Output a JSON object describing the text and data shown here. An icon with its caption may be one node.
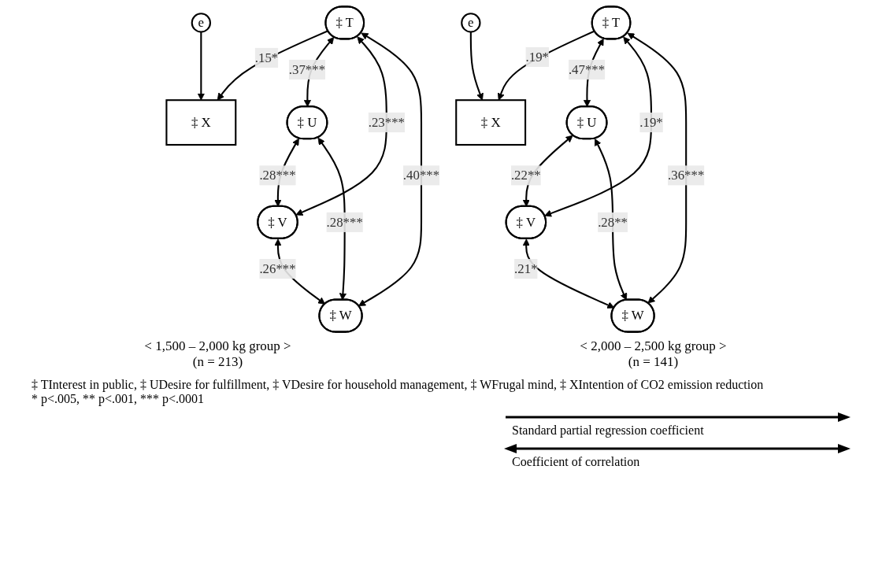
{
  "diagram": {
    "nodes": [
      {
        "text": [
          "‡ T"
        ]
      },
      {
        "text": [
          "‡ X"
        ]
      },
      {
        "text": [
          "e"
        ]
      },
      {
        "text": [
          "‡ U"
        ]
      },
      {
        "text": [
          "‡ V"
        ]
      },
      {
        "text": [
          "‡ W"
        ]
      },
      {
        "text": [
          "‡ T"
        ]
      },
      {
        "text": [
          "‡ X"
        ]
      },
      {
        "text": [
          "e"
        ]
      },
      {
        "text": [
          "‡ U"
        ]
      },
      {
        "text": [
          "‡ V"
        ]
      },
      {
        "text": [
          "‡ W"
        ]
      }
    ],
    "edges": [
      {
        "from": 0,
        "to": 1,
        "arrow": "to",
        "label": ".15*"
      },
      {
        "from": 2,
        "to": 1,
        "arrow": "to"
      },
      {
        "from": 0,
        "to": 3,
        "arrow": "both",
        "label": ".37***"
      },
      {
        "from": 0,
        "to": 4,
        "arrow": "both",
        "label": ".23***"
      },
      {
        "from": 0,
        "to": 5,
        "arrow": "both",
        "label": ".40***"
      },
      {
        "from": 3,
        "to": 4,
        "arrow": "both",
        "label": ".28***"
      },
      {
        "from": 3,
        "to": 5,
        "arrow": "both",
        "label": ".28***"
      },
      {
        "from": 4,
        "to": 5,
        "arrow": "both",
        "label": ".26***"
      },
      {
        "from": 6,
        "to": 7,
        "arrow": "to",
        "label": ".19*"
      },
      {
        "from": 8,
        "to": 7,
        "arrow": "to"
      },
      {
        "from": 6,
        "to": 9,
        "arrow": "both",
        "label": ".47***"
      },
      {
        "from": 6,
        "to": 10,
        "arrow": "both",
        "label": ".19*"
      },
      {
        "from": 6,
        "to": 11,
        "arrow": "both",
        "label": ".36***"
      },
      {
        "from": 9,
        "to": 10,
        "arrow": "both",
        "label": ".22**"
      },
      {
        "from": 9,
        "to": 11,
        "arrow": "both",
        "label": ".28**"
      },
      {
        "from": 10,
        "to": 11,
        "arrow": "both",
        "label": ".21*"
      }
    ],
    "labels": [
      "< 1,500 – 2,000 kg group >",
      "(n = 213)",
      "< 2,000 – 2,500 kg group >",
      "(n = 141)",
      "‡ TInterest in public, ‡ UDesire for fulfillment, ‡ VDesire for household management, ‡ WFrugal mind, ‡ XIntention of CO2 emission reduction",
      "* p<.005, ** p<.001, *** p<.0001"
    ],
    "legend": [
      {
        "text": "Standard partial regression coefficient"
      },
      {
        "text": "Coefficient of correlation"
      }
    ]
  }
}
